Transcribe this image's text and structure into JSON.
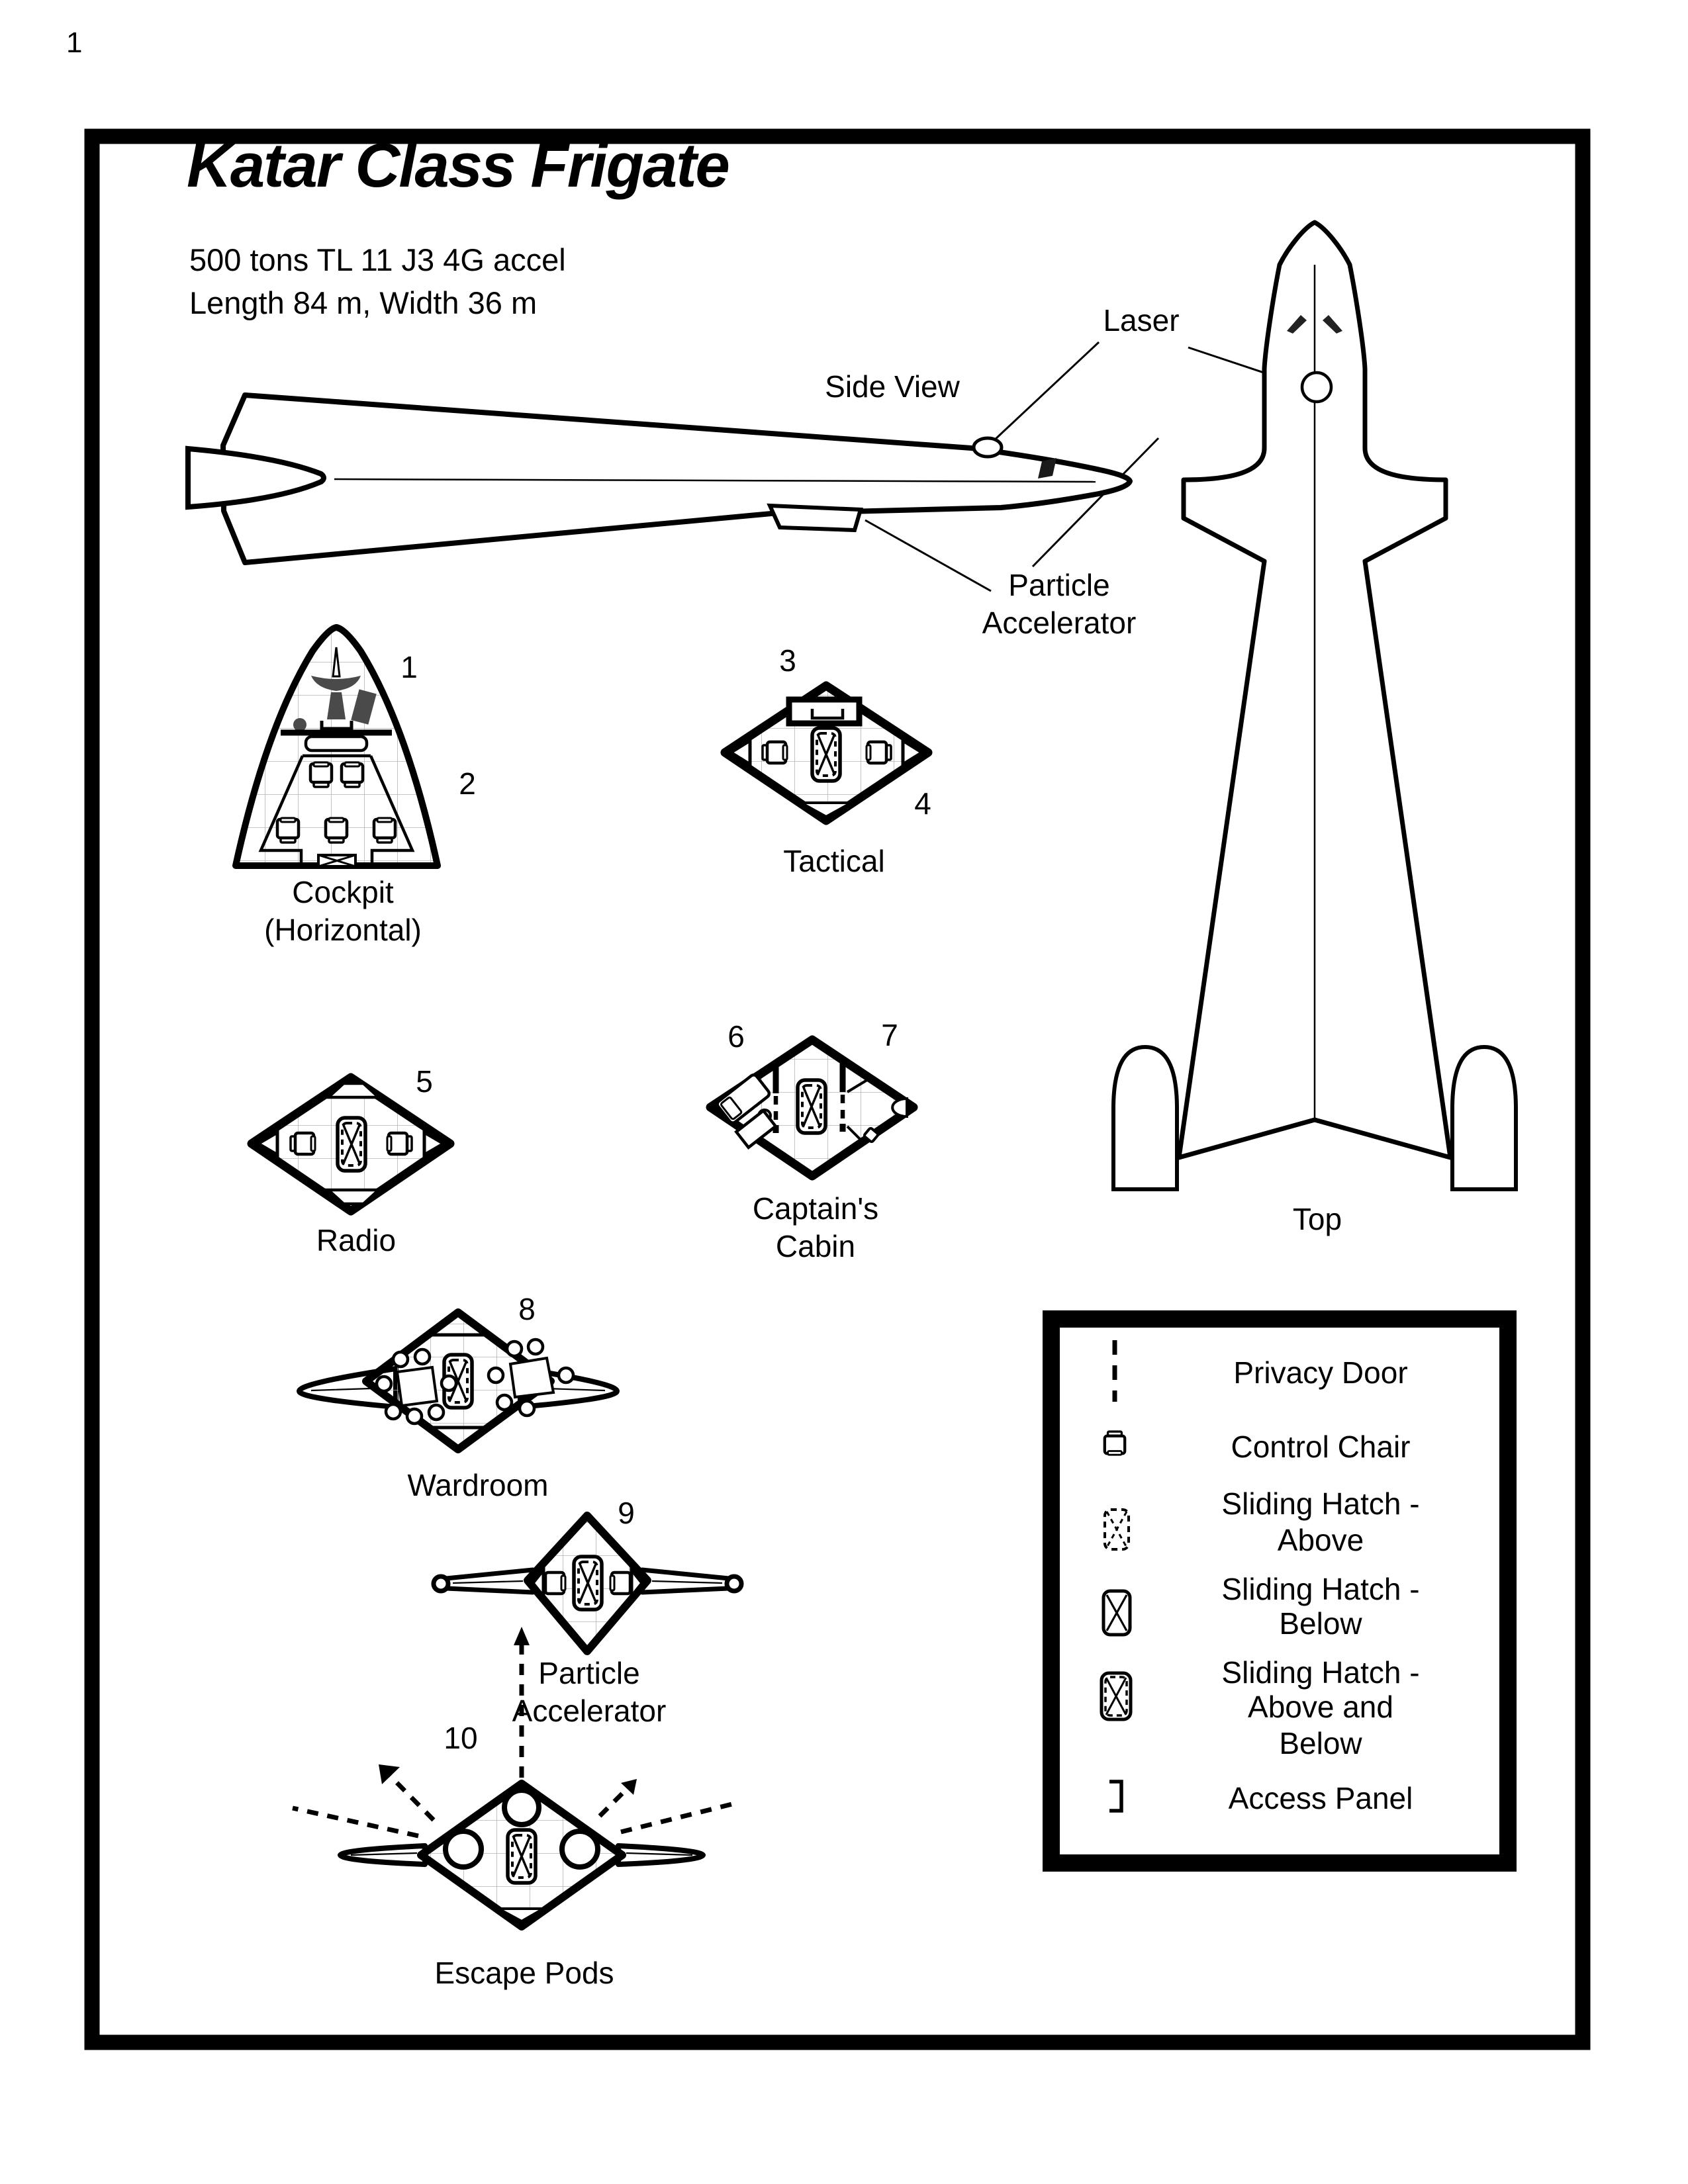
{
  "page_number": "1",
  "header": {
    "title": "Katar Class Frigate",
    "spec1": "500 tons TL 11 J3 4G accel",
    "spec2": "Length 84 m, Width 36 m"
  },
  "annotations": {
    "side_view": "Side View",
    "laser": "Laser",
    "particle_accel_1": "Particle",
    "particle_accel_2": "Accelerator",
    "top_view": "Top"
  },
  "decks": {
    "cockpit": {
      "label1": "Cockpit",
      "label2": "(Horizontal)",
      "num1": "1",
      "num2": "2"
    },
    "tactical": {
      "label1": "Tactical",
      "num1": "3",
      "num2": "4"
    },
    "radio": {
      "label1": "Radio",
      "num1": "5"
    },
    "captains_cabin": {
      "label1": "Captain's",
      "label2": "Cabin",
      "num1": "6",
      "num2": "7"
    },
    "wardroom": {
      "label1": "Wardroom",
      "num1": "8"
    },
    "particle_accelerator": {
      "label1": "Particle",
      "label2": "Accelerator",
      "num1": "9"
    },
    "escape_pods": {
      "label1": "Escape Pods",
      "num1": "10"
    }
  },
  "legend": {
    "privacy_door": "Privacy Door",
    "control_chair": "Control Chair",
    "hatch_above_1": "Sliding Hatch -",
    "hatch_above_2": "Above",
    "hatch_below_1": "Sliding Hatch -",
    "hatch_below_2": "Below",
    "hatch_both_1": "Sliding Hatch -",
    "hatch_both_2": "Above and",
    "hatch_both_3": "Below",
    "access_panel": "Access Panel",
    "symbols": [
      "privacy-door-icon",
      "control-chair-icon",
      "sliding-hatch-above-icon",
      "sliding-hatch-below-icon",
      "sliding-hatch-above-below-icon",
      "access-panel-icon"
    ]
  },
  "colors": {
    "ink": "#000000",
    "grid": "#b4b4b4",
    "dark_fill": "#4a4a4a",
    "paper": "#ffffff"
  }
}
